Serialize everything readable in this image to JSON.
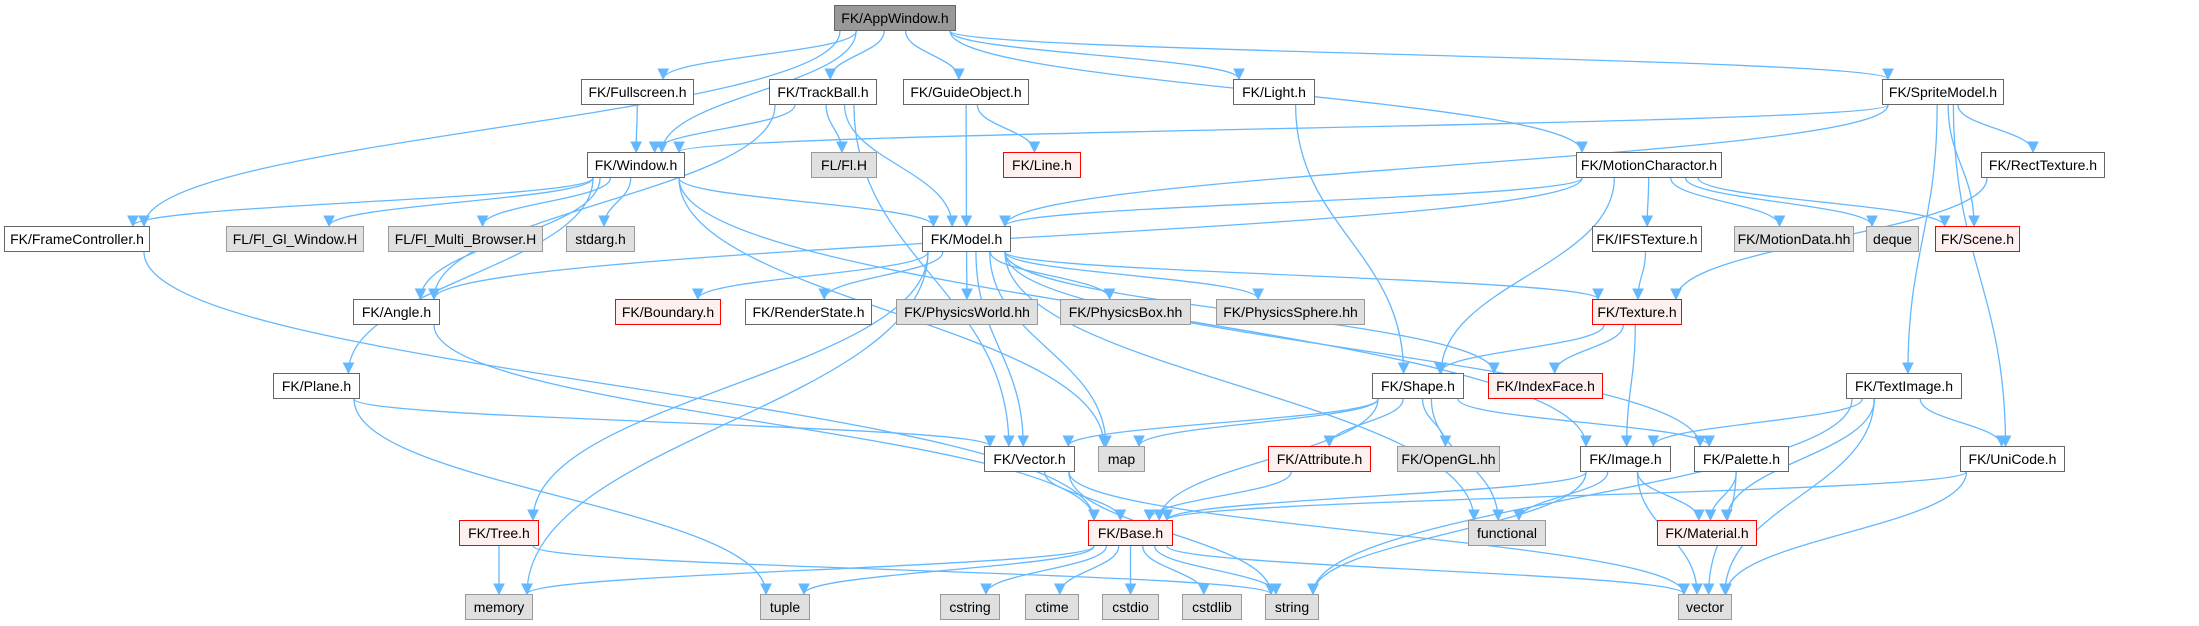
{
  "title": "FK/AppWindow.h include dependency graph",
  "colors": {
    "edge": "#63b8ff",
    "root_fill": "#999999",
    "external_fill": "#e0e0e0",
    "truncated_border": "#ff0000",
    "truncated_fill": "#fff0f0"
  },
  "nodes": [
    {
      "id": "AppWindow",
      "label": "FK/AppWindow.h",
      "kind": "root"
    },
    {
      "id": "Fullscreen",
      "label": "FK/Fullscreen.h",
      "kind": "normal"
    },
    {
      "id": "TrackBall",
      "label": "FK/TrackBall.h",
      "kind": "normal"
    },
    {
      "id": "GuideObject",
      "label": "FK/GuideObject.h",
      "kind": "normal"
    },
    {
      "id": "Light",
      "label": "FK/Light.h",
      "kind": "normal"
    },
    {
      "id": "SpriteModel",
      "label": "FK/SpriteModel.h",
      "kind": "normal"
    },
    {
      "id": "Window",
      "label": "FK/Window.h",
      "kind": "normal"
    },
    {
      "id": "FlH",
      "label": "FL/Fl.H",
      "kind": "external"
    },
    {
      "id": "Line",
      "label": "FK/Line.h",
      "kind": "truncated"
    },
    {
      "id": "MotionCharactor",
      "label": "FK/MotionCharactor.h",
      "kind": "normal"
    },
    {
      "id": "RectTexture",
      "label": "FK/RectTexture.h",
      "kind": "normal"
    },
    {
      "id": "FrameController",
      "label": "FK/FrameController.h",
      "kind": "normal"
    },
    {
      "id": "FlGlWindow",
      "label": "FL/Fl_Gl_Window.H",
      "kind": "external"
    },
    {
      "id": "FlMultiBrowser",
      "label": "FL/Fl_Multi_Browser.H",
      "kind": "external"
    },
    {
      "id": "stdarg",
      "label": "stdarg.h",
      "kind": "external"
    },
    {
      "id": "Model",
      "label": "FK/Model.h",
      "kind": "normal"
    },
    {
      "id": "IFSTexture",
      "label": "FK/IFSTexture.h",
      "kind": "normal"
    },
    {
      "id": "MotionData",
      "label": "FK/MotionData.hh",
      "kind": "external"
    },
    {
      "id": "deque",
      "label": "deque",
      "kind": "external"
    },
    {
      "id": "Scene",
      "label": "FK/Scene.h",
      "kind": "truncated"
    },
    {
      "id": "Angle",
      "label": "FK/Angle.h",
      "kind": "normal"
    },
    {
      "id": "Boundary",
      "label": "FK/Boundary.h",
      "kind": "truncated"
    },
    {
      "id": "RenderState",
      "label": "FK/RenderState.h",
      "kind": "normal"
    },
    {
      "id": "PhysicsWorld",
      "label": "FK/PhysicsWorld.hh",
      "kind": "external"
    },
    {
      "id": "PhysicsBox",
      "label": "FK/PhysicsBox.hh",
      "kind": "external"
    },
    {
      "id": "PhysicsSphere",
      "label": "FK/PhysicsSphere.hh",
      "kind": "external"
    },
    {
      "id": "Texture",
      "label": "FK/Texture.h",
      "kind": "truncated"
    },
    {
      "id": "Plane",
      "label": "FK/Plane.h",
      "kind": "normal"
    },
    {
      "id": "Shape",
      "label": "FK/Shape.h",
      "kind": "normal"
    },
    {
      "id": "IndexFace",
      "label": "FK/IndexFace.h",
      "kind": "truncated"
    },
    {
      "id": "TextImage",
      "label": "FK/TextImage.h",
      "kind": "normal"
    },
    {
      "id": "Vector",
      "label": "FK/Vector.h",
      "kind": "normal"
    },
    {
      "id": "map",
      "label": "map",
      "kind": "external"
    },
    {
      "id": "Attribute",
      "label": "FK/Attribute.h",
      "kind": "truncated"
    },
    {
      "id": "OpenGL",
      "label": "FK/OpenGL.hh",
      "kind": "external"
    },
    {
      "id": "Image",
      "label": "FK/Image.h",
      "kind": "normal"
    },
    {
      "id": "Palette",
      "label": "FK/Palette.h",
      "kind": "normal"
    },
    {
      "id": "UniCode",
      "label": "FK/UniCode.h",
      "kind": "normal"
    },
    {
      "id": "Tree",
      "label": "FK/Tree.h",
      "kind": "truncated"
    },
    {
      "id": "Base",
      "label": "FK/Base.h",
      "kind": "truncated"
    },
    {
      "id": "functional",
      "label": "functional",
      "kind": "external"
    },
    {
      "id": "Material",
      "label": "FK/Material.h",
      "kind": "truncated"
    },
    {
      "id": "memory",
      "label": "memory",
      "kind": "external"
    },
    {
      "id": "tuple",
      "label": "tuple",
      "kind": "external"
    },
    {
      "id": "cstring",
      "label": "cstring",
      "kind": "external"
    },
    {
      "id": "ctime",
      "label": "ctime",
      "kind": "external"
    },
    {
      "id": "cstdio",
      "label": "cstdio",
      "kind": "external"
    },
    {
      "id": "cstdlib",
      "label": "cstdlib",
      "kind": "external"
    },
    {
      "id": "string",
      "label": "string",
      "kind": "external"
    },
    {
      "id": "vector",
      "label": "vector",
      "kind": "external"
    }
  ],
  "edges": [
    [
      "AppWindow",
      "Fullscreen"
    ],
    [
      "AppWindow",
      "TrackBall"
    ],
    [
      "AppWindow",
      "GuideObject"
    ],
    [
      "AppWindow",
      "Light"
    ],
    [
      "AppWindow",
      "SpriteModel"
    ],
    [
      "AppWindow",
      "Window"
    ],
    [
      "AppWindow",
      "FrameController"
    ],
    [
      "AppWindow",
      "MotionCharactor"
    ],
    [
      "Fullscreen",
      "Window"
    ],
    [
      "TrackBall",
      "Window"
    ],
    [
      "TrackBall",
      "FlH"
    ],
    [
      "TrackBall",
      "Model"
    ],
    [
      "TrackBall",
      "Angle"
    ],
    [
      "TrackBall",
      "Vector"
    ],
    [
      "GuideObject",
      "Model"
    ],
    [
      "GuideObject",
      "Line"
    ],
    [
      "Light",
      "Shape"
    ],
    [
      "SpriteModel",
      "Window"
    ],
    [
      "SpriteModel",
      "Model"
    ],
    [
      "SpriteModel",
      "RectTexture"
    ],
    [
      "SpriteModel",
      "Scene"
    ],
    [
      "SpriteModel",
      "TextImage"
    ],
    [
      "SpriteModel",
      "UniCode"
    ],
    [
      "Window",
      "FrameController"
    ],
    [
      "Window",
      "FlGlWindow"
    ],
    [
      "Window",
      "FlMultiBrowser"
    ],
    [
      "Window",
      "stdarg"
    ],
    [
      "Window",
      "Model"
    ],
    [
      "Window",
      "Plane"
    ],
    [
      "Window",
      "Angle"
    ],
    [
      "Window",
      "map"
    ],
    [
      "Window",
      "Image"
    ],
    [
      "MotionCharactor",
      "Model"
    ],
    [
      "MotionCharactor",
      "IFSTexture"
    ],
    [
      "MotionCharactor",
      "MotionData"
    ],
    [
      "MotionCharactor",
      "deque"
    ],
    [
      "MotionCharactor",
      "Scene"
    ],
    [
      "MotionCharactor",
      "Shape"
    ],
    [
      "MotionCharactor",
      "Angle"
    ],
    [
      "RectTexture",
      "Texture"
    ],
    [
      "FrameController",
      "Base"
    ],
    [
      "Model",
      "Boundary"
    ],
    [
      "Model",
      "RenderState"
    ],
    [
      "Model",
      "PhysicsWorld"
    ],
    [
      "Model",
      "PhysicsBox"
    ],
    [
      "Model",
      "PhysicsSphere"
    ],
    [
      "Model",
      "Texture"
    ],
    [
      "Model",
      "IndexFace"
    ],
    [
      "Model",
      "Palette"
    ],
    [
      "Model",
      "Tree"
    ],
    [
      "Model",
      "Vector"
    ],
    [
      "Model",
      "map"
    ],
    [
      "Model",
      "memory"
    ],
    [
      "Model",
      "functional"
    ],
    [
      "IFSTexture",
      "Texture"
    ],
    [
      "Angle",
      "Base"
    ],
    [
      "Texture",
      "Shape"
    ],
    [
      "Texture",
      "IndexFace"
    ],
    [
      "Texture",
      "Image"
    ],
    [
      "Plane",
      "Vector"
    ],
    [
      "Plane",
      "tuple"
    ],
    [
      "Shape",
      "Vector"
    ],
    [
      "Shape",
      "map"
    ],
    [
      "Shape",
      "Attribute"
    ],
    [
      "Shape",
      "OpenGL"
    ],
    [
      "Shape",
      "Base"
    ],
    [
      "Shape",
      "Palette"
    ],
    [
      "Shape",
      "functional"
    ],
    [
      "TextImage",
      "Image"
    ],
    [
      "TextImage",
      "UniCode"
    ],
    [
      "TextImage",
      "Material"
    ],
    [
      "TextImage",
      "string"
    ],
    [
      "TextImage",
      "vector"
    ],
    [
      "Vector",
      "Base"
    ],
    [
      "Vector",
      "string"
    ],
    [
      "Vector",
      "vector"
    ],
    [
      "Attribute",
      "Base"
    ],
    [
      "Image",
      "Base"
    ],
    [
      "Image",
      "functional"
    ],
    [
      "Image",
      "Material"
    ],
    [
      "Image",
      "string"
    ],
    [
      "Image",
      "vector"
    ],
    [
      "Palette",
      "Material"
    ],
    [
      "Palette",
      "vector"
    ],
    [
      "UniCode",
      "Base"
    ],
    [
      "UniCode",
      "vector"
    ],
    [
      "Tree",
      "memory"
    ],
    [
      "Tree",
      "string"
    ],
    [
      "Base",
      "memory"
    ],
    [
      "Base",
      "tuple"
    ],
    [
      "Base",
      "cstring"
    ],
    [
      "Base",
      "ctime"
    ],
    [
      "Base",
      "cstdio"
    ],
    [
      "Base",
      "cstdlib"
    ],
    [
      "Base",
      "string"
    ],
    [
      "Base",
      "vector"
    ]
  ]
}
